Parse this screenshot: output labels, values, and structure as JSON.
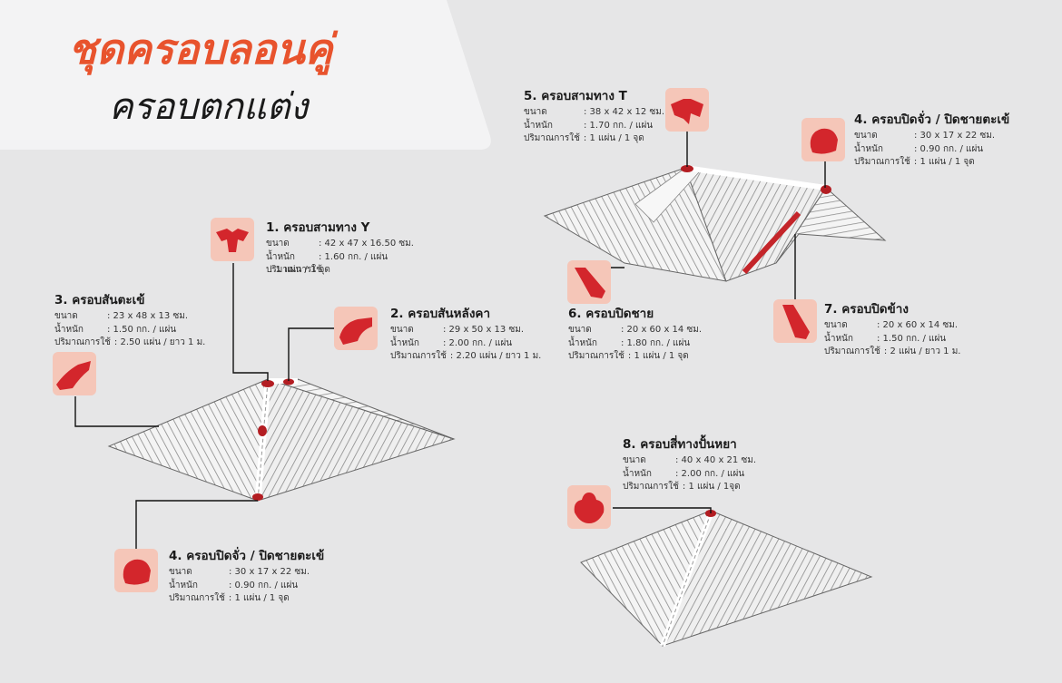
{
  "colors": {
    "accent": "#e8532d",
    "background": "#e6e6e7",
    "panel": "#f3f3f4",
    "thumb_bg": "#f5c6b8",
    "tile_red": "#d3262c",
    "text_dark": "#1a1a1a"
  },
  "title": {
    "main": "ชุดครอบลอนคู่",
    "sub": "ครอบตกแต่ง"
  },
  "labels": {
    "size": "ขนาด",
    "weight": "น้ำหนัก",
    "quantity": "ปริมาณการใช้"
  },
  "items": [
    {
      "heading": "1. ครอบสามทาง Y",
      "size": ": 42 x 47 x 16.50 ซม.",
      "weight": ": 1.60 กก. / แผ่น",
      "quantity": ": 1 แผ่น / 1 จุด",
      "icon": "y-ridge-cap-icon"
    },
    {
      "heading": "2. ครอบสันหลังคา",
      "size": ": 29 x 50 x 13 ซม.",
      "weight": ": 2.00 กก. / แผ่น",
      "quantity": ": 2.20 แผ่น / ยาว 1 ม.",
      "icon": "ridge-cap-icon"
    },
    {
      "heading": "3. ครอบสันตะเข้",
      "size": ": 23  x 48 x 13 ซม.",
      "weight": ": 1.50 กก. / แผ่น",
      "quantity": ": 2.50 แผ่น / ยาว 1 ม.",
      "icon": "hip-cap-icon"
    },
    {
      "heading": "4. ครอบปิดจั่ว / ปิดชายตะเข้",
      "size": ": 30 x 17 x 22 ซม.",
      "weight": ": 0.90 กก. / แผ่น",
      "quantity": ": 1 แผ่น / 1 จุด",
      "icon": "hip-end-cap-icon"
    },
    {
      "heading": "5. ครอบสามทาง T",
      "size": ": 38 x 42 x 12 ซม.",
      "weight": ": 1.70 กก. / แผ่น",
      "quantity": ": 1 แผ่น / 1 จุด",
      "icon": "t-ridge-cap-icon"
    },
    {
      "heading": "4. ครอบปิดจั่ว / ปิดชายตะเข้",
      "size": ": 30 x 17 x 22 ซม.",
      "weight": ": 0.90 กก. / แผ่น",
      "quantity": ": 1 แผ่น / 1 จุด",
      "icon": "hip-end-cap-icon"
    },
    {
      "heading": "6. ครอบปิดชาย",
      "size": ": 20 x 60 x 14 ซม.",
      "weight": ": 1.80 กก. / แผ่น",
      "quantity": ": 1 แผ่น / 1 จุด",
      "icon": "ridge-end-cap-icon"
    },
    {
      "heading": "7. ครอบปิดข้าง",
      "size": ": 20 x 60 x 14 ซม.",
      "weight": ": 1.50 กก. / แผ่น",
      "quantity": ": 2 แผ่น / ยาว 1 ม.",
      "icon": "side-cap-icon"
    },
    {
      "heading": "8. ครอบสี่ทางปั้นหยา",
      "size": ": 40 x 40 x 21 ซม.",
      "weight": ": 2.00 กก. / แผ่น",
      "quantity": ": 1 แผ่น / 1จุด",
      "icon": "four-way-cap-icon"
    }
  ]
}
